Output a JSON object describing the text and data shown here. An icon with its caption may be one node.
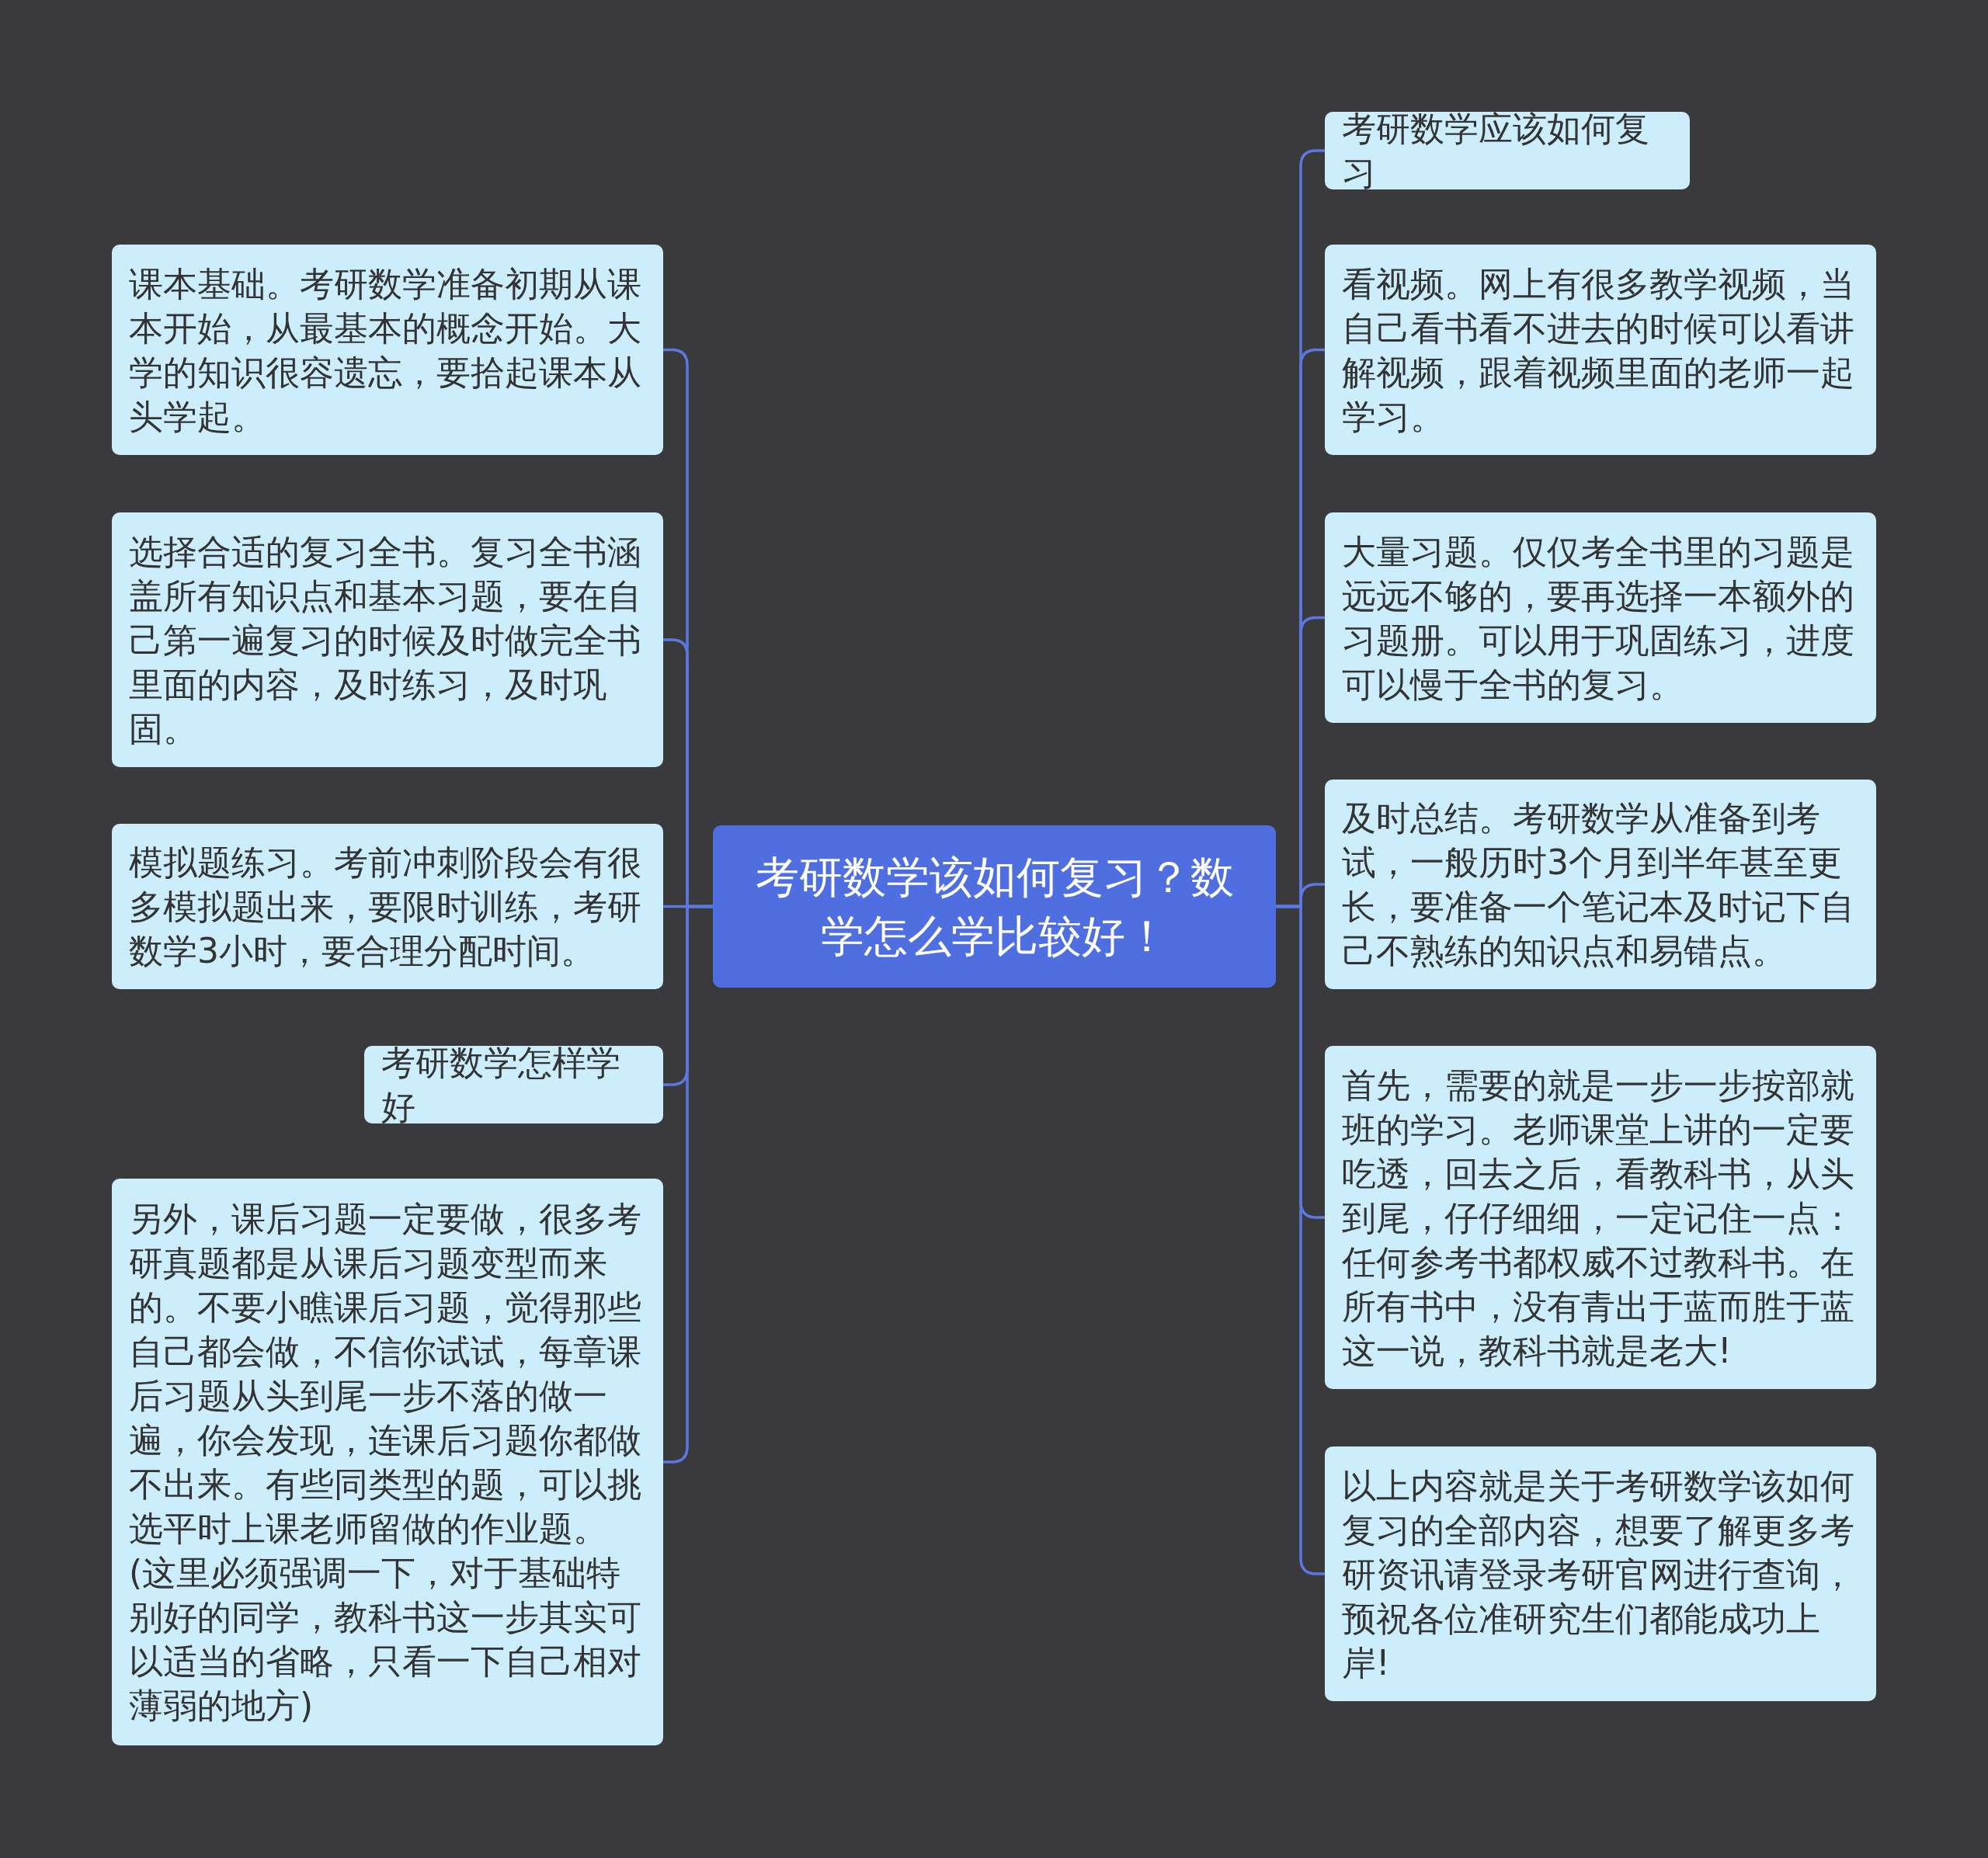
{
  "diagram": {
    "nodes": [
      {
        "text": [
          "考研数学该如何复习？数学怎么学比较好！"
        ]
      },
      {
        "text": [
          "课本基础。考研数学准备初期从课本开始，从最基本的概念开始。大学的知识很容遗忘，要拾起课本从头学起。"
        ]
      },
      {
        "text": [
          "选择合适的复习全书。复习全书涵盖所有知识点和基本习题，要在自己第一遍复习的时候及时做完全书里面的内容，及时练习，及时巩固。"
        ]
      },
      {
        "text": [
          "模拟题练习。考前冲刺阶段会有很多模拟题出来，要限时训练，考研数学3小时，要合理分配时间。"
        ]
      },
      {
        "text": [
          "考研数学怎样学好"
        ]
      },
      {
        "text": [
          "另外，课后习题一定要做，很多考研真题都是从课后习题变型而来的。不要小瞧课后习题，觉得那些自己都会做，不信你试试，每章课后习题从头到尾一步不落的做一遍，你会发现，连课后习题你都做不出来。有些同类型的题，可以挑选平时上课老师留做的作业题。(这里必须强调一下，对于基础特别好的同学，教科书这一步其实可以适当的省略，只看一下自己相对薄弱的地方)"
        ]
      },
      {
        "text": [
          "考研数学应该如何复习"
        ]
      },
      {
        "text": [
          "看视频。网上有很多教学视频，当自己看书看不进去的时候可以看讲解视频，跟着视频里面的老师一起学习。"
        ]
      },
      {
        "text": [
          "大量习题。仅仅考全书里的习题是远远不够的，要再选择一本额外的习题册。可以用于巩固练习，进度可以慢于全书的复习。"
        ]
      },
      {
        "text": [
          "及时总结。考研数学从准备到考试，一般历时3个月到半年甚至更长，要准备一个笔记本及时记下自己不熟练的知识点和易错点。"
        ]
      },
      {
        "text": [
          "首先，需要的就是一步一步按部就班的学习。老师课堂上讲的一定要吃透，回去之后，看教科书，从头到尾，仔仔细细，一定记住一点：任何参考书都权威不过教科书。在所有书中，没有青出于蓝而胜于蓝这一说，教科书就是老大!"
        ]
      },
      {
        "text": [
          "以上内容就是关于考研数学该如何复习的全部内容，想要了解更多考研资讯请登录考研官网进行查询，预祝各位准研究生们都能成功上岸!"
        ]
      }
    ],
    "edges": [
      {
        "from": 0,
        "to": 1,
        "arrow": "none"
      },
      {
        "from": 0,
        "to": 2,
        "arrow": "none"
      },
      {
        "from": 0,
        "to": 3,
        "arrow": "none"
      },
      {
        "from": 0,
        "to": 4,
        "arrow": "none"
      },
      {
        "from": 0,
        "to": 5,
        "arrow": "none"
      },
      {
        "from": 0,
        "to": 6,
        "arrow": "none"
      },
      {
        "from": 0,
        "to": 7,
        "arrow": "none"
      },
      {
        "from": 0,
        "to": 8,
        "arrow": "none"
      },
      {
        "from": 0,
        "to": 9,
        "arrow": "none"
      },
      {
        "from": 0,
        "to": 10,
        "arrow": "none"
      },
      {
        "from": 0,
        "to": 11,
        "arrow": "none"
      }
    ]
  }
}
